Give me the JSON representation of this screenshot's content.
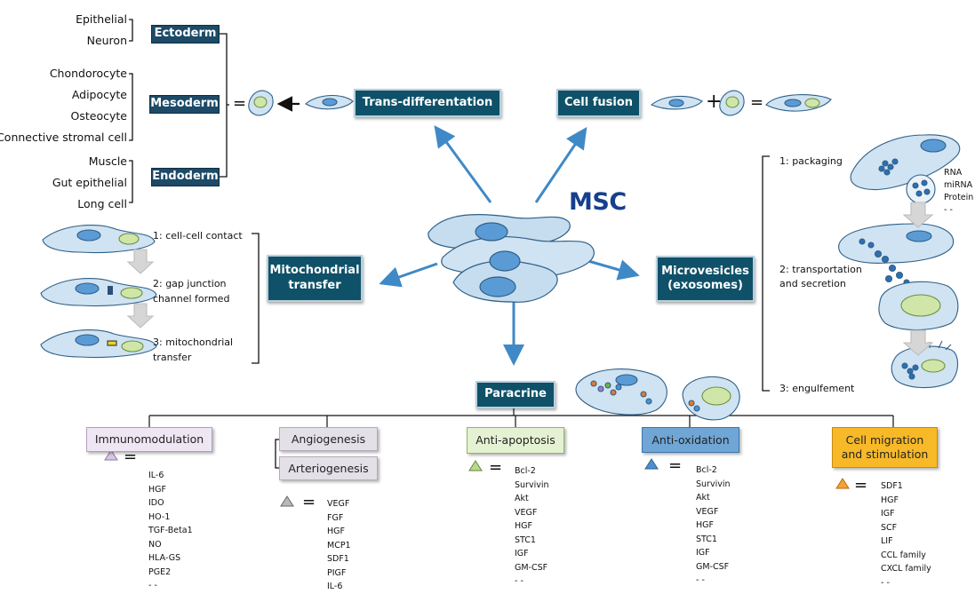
{
  "center": {
    "title": "MSC"
  },
  "differentiation": {
    "germ_layers": [
      {
        "label": "Ectoderm",
        "cells": [
          "Epithelial",
          "Neuron"
        ]
      },
      {
        "label": "Mesoderm",
        "cells": [
          "Chondorocyte",
          "Adipocyte",
          "Osteocyte",
          "Connective stromal cell"
        ]
      },
      {
        "label": "Endoderm",
        "cells": [
          "Muscle",
          "Gut epithelial",
          "Long cell"
        ]
      }
    ],
    "equals": "="
  },
  "mechanisms": {
    "trans_differentiation": "Trans-differentation",
    "cell_fusion": "Cell fusion",
    "mitochondrial_transfer": "Mitochondrial transfer",
    "microvesicles": "Microvesicles (exosomes)",
    "paracrine": "Paracrine"
  },
  "cell_fusion_equation": {
    "plus": "+",
    "equals": "="
  },
  "mito_steps": [
    "1: cell-cell contact",
    "2: gap junction channel formed",
    "3: mitochondrial transfer"
  ],
  "vesicle_steps": [
    "1: packaging",
    "2: transportation and secretion",
    "3: engulfement"
  ],
  "vesicle_cargo": [
    "RNA",
    "miRNA",
    "Protein",
    "- -"
  ],
  "paracrine_categories": [
    {
      "id": "immunomodulation",
      "labels": [
        "Immunomodulation"
      ],
      "fill": "#efe6f4",
      "border": "#b29dc2",
      "marker": "#d9c6e6",
      "factors": [
        "IL-6",
        "HGF",
        "IDO",
        "HO-1",
        "TGF-Beta1",
        "NO",
        "HLA-GS",
        "PGE2",
        "- -"
      ]
    },
    {
      "id": "angiogenesis",
      "labels": [
        "Angiogenesis",
        "Arteriogenesis"
      ],
      "fill": "#e4e0e8",
      "border": "#b3aab9",
      "marker": "#b9b9b9",
      "factors": [
        "VEGF",
        "FGF",
        "HGF",
        "MCP1",
        "SDF1",
        "PIGF",
        "IL-6"
      ]
    },
    {
      "id": "anti-apoptosis",
      "labels": [
        "Anti-apoptosis"
      ],
      "fill": "#e5f1d3",
      "border": "#8fb65a",
      "marker": "#b9d88e",
      "factors": [
        "Bcl-2",
        "Survivin",
        "Akt",
        "VEGF",
        "HGF",
        "STC1",
        "IGF",
        "GM-CSF",
        "- -"
      ]
    },
    {
      "id": "anti-oxidation",
      "labels": [
        "Anti-oxidation"
      ],
      "fill": "#6fa6d6",
      "border": "#3d74a8",
      "marker": "#4f8fd0",
      "factors": [
        "Bcl-2",
        "Survivin",
        "Akt",
        "VEGF",
        "HGF",
        "STC1",
        "IGF",
        "GM-CSF",
        "- -"
      ]
    },
    {
      "id": "cell-migration",
      "labels": [
        "Cell migration and stimulation"
      ],
      "fill": "#f7b928",
      "border": "#c98a10",
      "marker": "#f4a233",
      "factors": [
        "SDF1",
        "HGF",
        "IGF",
        "SCF",
        "LIF",
        "CCL family",
        "CXCL family",
        "- -"
      ]
    }
  ],
  "paracrine_equals": "=",
  "colors": {
    "navy": "#1d4a67",
    "teal": "#0f5169",
    "arrow": "#3f89c6",
    "cell_fill": "#cfe3f3",
    "nucleus": "#5b9bd5",
    "msc_text": "#173f8c"
  }
}
